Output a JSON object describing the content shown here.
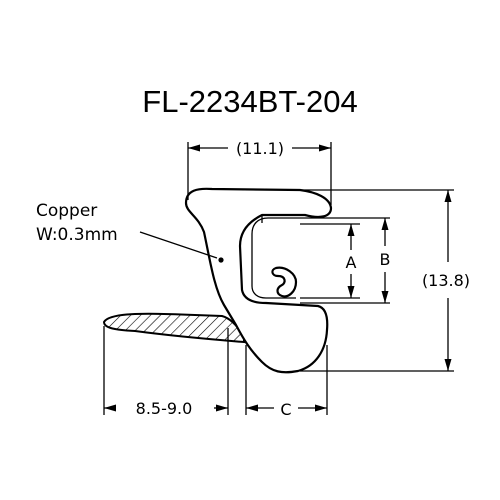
{
  "title": "FL-2234BT-204",
  "material": {
    "line1": "Copper",
    "line2": "W:0.3mm"
  },
  "dimensions": {
    "width_top": "(11.1)",
    "height_total": "(13.8)",
    "A": "A",
    "B": "B",
    "C": "C",
    "flange": "8.5-9.0"
  },
  "colors": {
    "stroke": "#000000",
    "background": "#ffffff"
  }
}
